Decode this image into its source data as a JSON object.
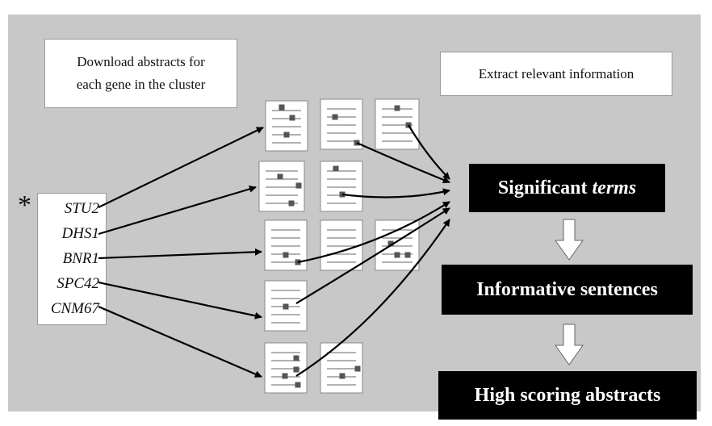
{
  "download_box": {
    "line1": "Download abstracts for",
    "line2": "each gene in the cluster"
  },
  "extract_box": {
    "label": "Extract relevant information"
  },
  "asterisk": "*",
  "genes": [
    "STU2",
    "DHS1",
    "BNR1",
    "SPC42",
    "CNM67"
  ],
  "stages": {
    "significant_prefix": "Significant ",
    "significant_italic": "terms",
    "informative": "Informative sentences",
    "high_scoring": "High scoring abstracts"
  },
  "colors": {
    "background": "#c8c8c8",
    "stage_box": "#000000",
    "mark": "#555555"
  }
}
